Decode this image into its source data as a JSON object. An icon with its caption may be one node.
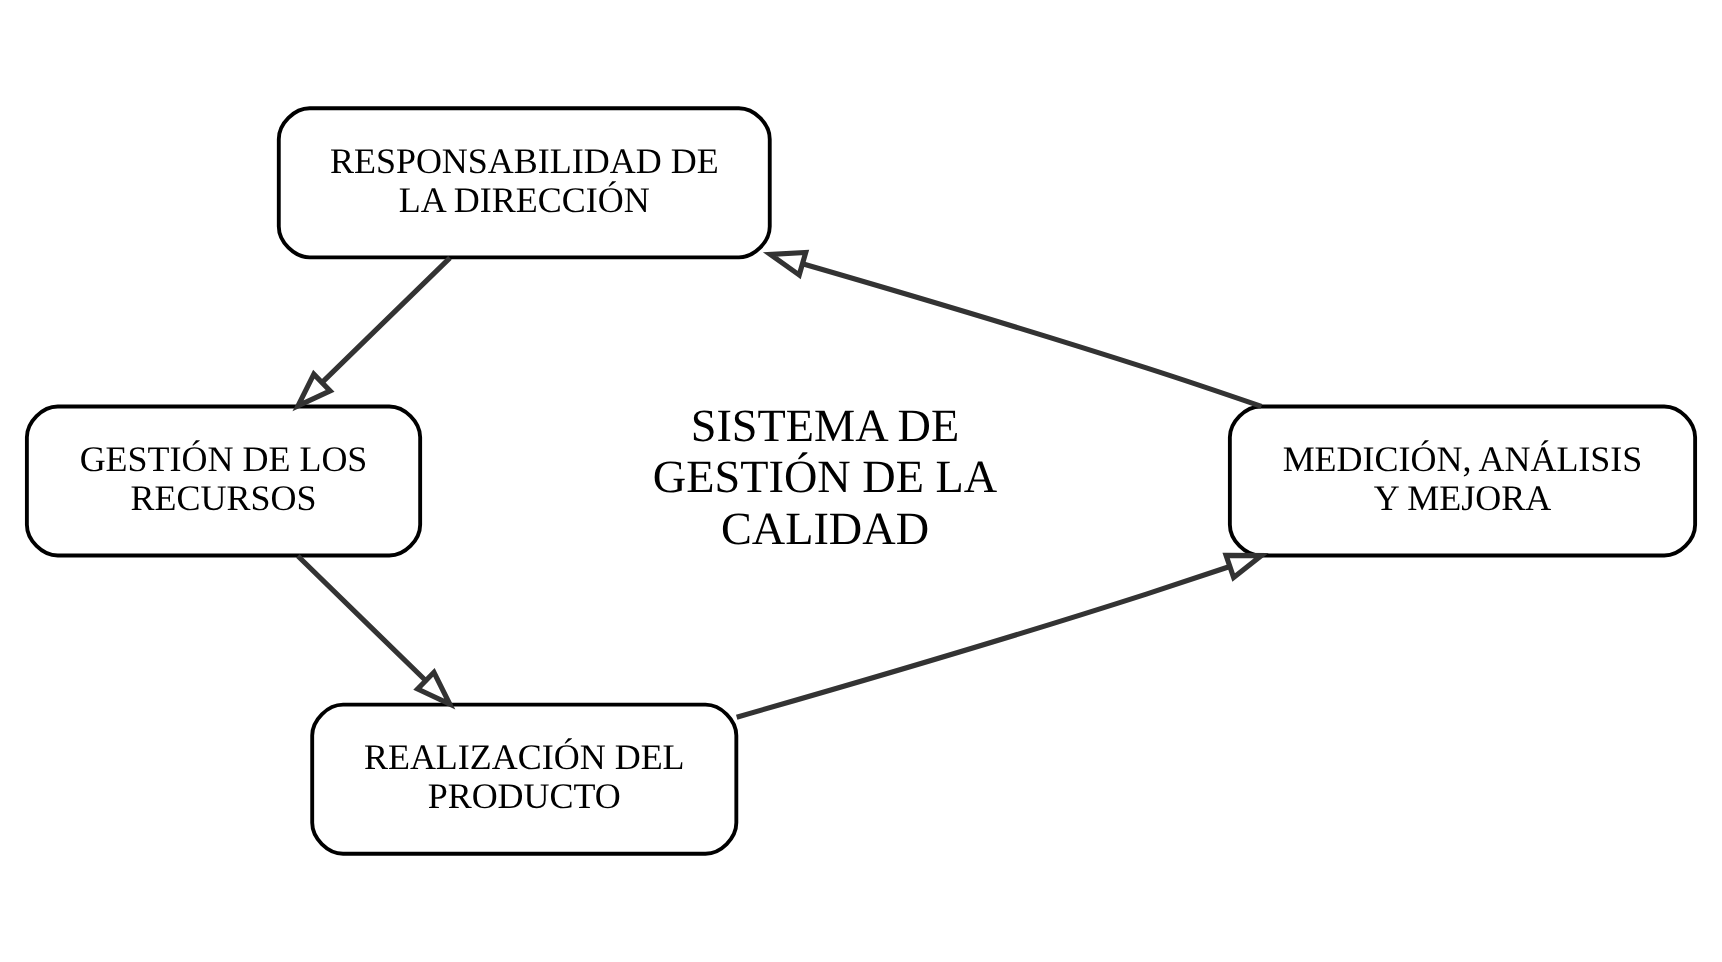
{
  "diagram": {
    "nodes": [
      {
        "text": [
          "RESPONSABILIDAD DE LA DIRECCIÓN"
        ]
      },
      {
        "text": [
          "GESTIÓN DE LOS RECURSOS"
        ]
      },
      {
        "text": [
          "MEDICIÓN, ANÁLISIS Y MEJORA"
        ]
      },
      {
        "text": [
          "REALIZACIÓN DEL PRODUCTO"
        ]
      }
    ],
    "edges": [
      {
        "from": 0,
        "to": 1,
        "arrow": "to"
      },
      {
        "from": 1,
        "to": 3,
        "arrow": "to"
      },
      {
        "from": 3,
        "to": 2,
        "arrow": "to"
      },
      {
        "from": 2,
        "to": 0,
        "arrow": "to"
      }
    ],
    "labels": [
      "SISTEMA DE GESTIÓN DE LA CALIDAD"
    ]
  }
}
